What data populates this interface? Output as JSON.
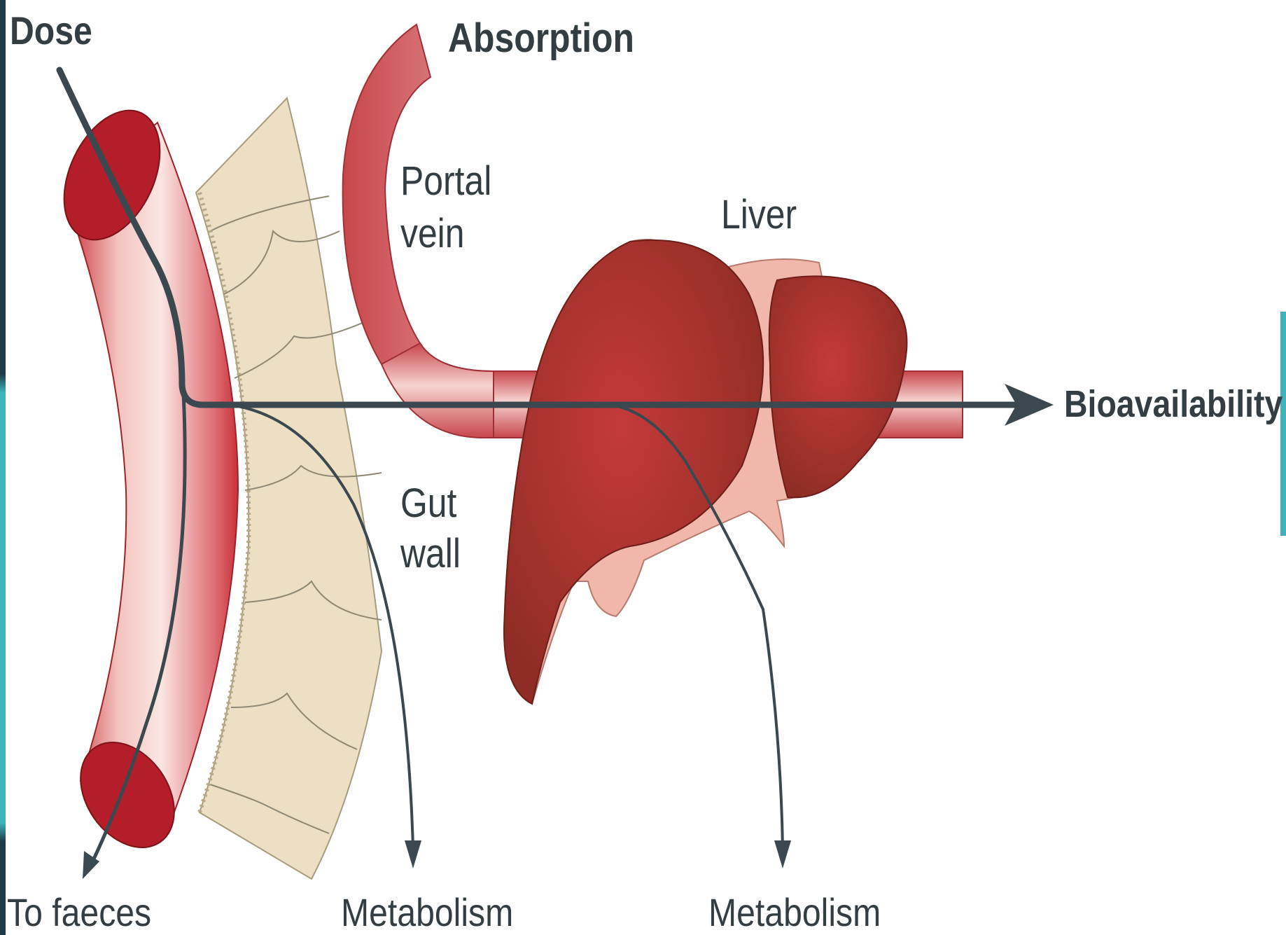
{
  "labels": {
    "dose": "Dose",
    "absorption": "Absorption",
    "portal_vein_line1": "Portal",
    "portal_vein_line2": "vein",
    "liver": "Liver",
    "bioavailability": "Bioavailability",
    "gut_wall_line1": "Gut",
    "gut_wall_line2": "wall",
    "to_faeces": "To faeces",
    "metabolism_gut": "Metabolism",
    "metabolism_liver": "Metabolism"
  },
  "colors": {
    "gut_red": "#c8323a",
    "gut_light": "#f3c3bf",
    "gut_wall": "#ecdfc3",
    "liver": "#a8342d",
    "liver_connective": "#f0b7aa",
    "arrow": "#3b4850",
    "frame_accent": "#3fb3bb",
    "frame_dark": "#1d3b4a"
  }
}
